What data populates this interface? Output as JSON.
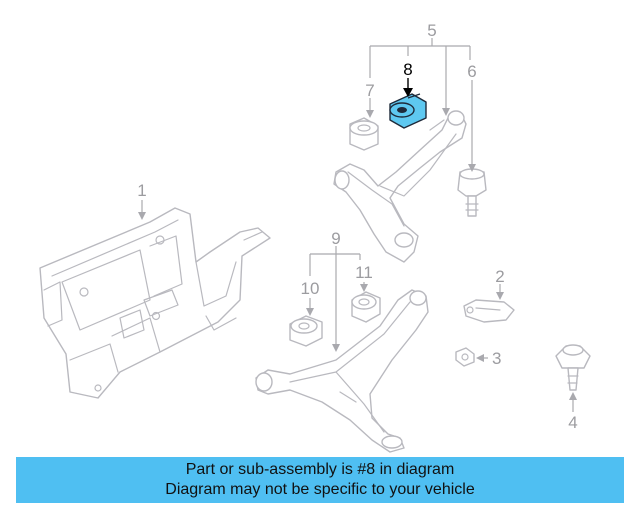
{
  "callouts": {
    "c1": "1",
    "c2": "2",
    "c3": "3",
    "c4": "4",
    "c5": "5",
    "c6": "6",
    "c7": "7",
    "c8": "8",
    "c9": "9",
    "c10": "10",
    "c11": "11"
  },
  "highlight_color": "#5ec8f0",
  "banner": {
    "line1": "Part or sub-assembly is #8 in diagram",
    "line2": "Diagram may not be specific to your vehicle",
    "color": "#4fbff2"
  }
}
